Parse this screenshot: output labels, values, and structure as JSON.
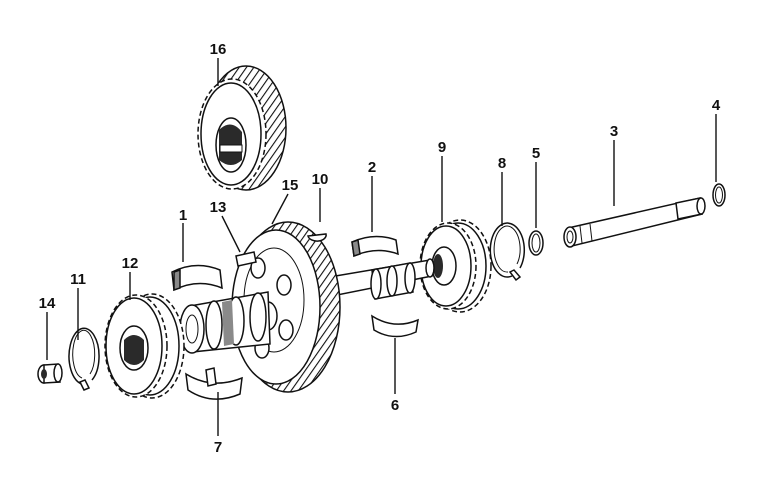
{
  "diagram": {
    "labels": {
      "p1": "1",
      "p2": "2",
      "p3": "3",
      "p4": "4",
      "p5": "5",
      "p6": "6",
      "p7": "7",
      "p8": "8",
      "p9": "9",
      "p10": "10",
      "p11": "11",
      "p12": "12",
      "p13": "13",
      "p14": "14",
      "p15": "15",
      "p16": "16"
    },
    "colors": {
      "line": "#111111",
      "fill": "#ffffff",
      "shade": "#8a8a8a",
      "dark": "#2a2a2a"
    }
  }
}
